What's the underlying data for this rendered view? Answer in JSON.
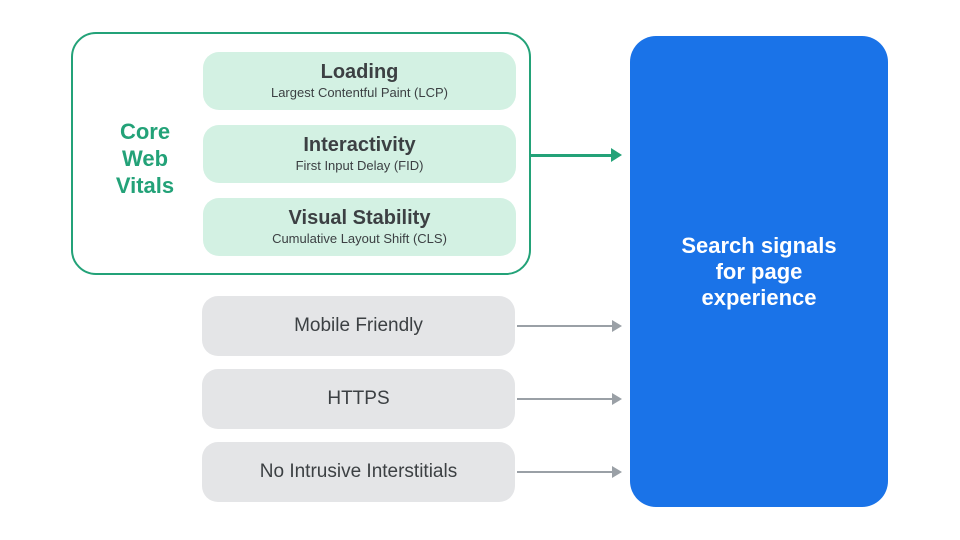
{
  "colors": {
    "green": "#23a278",
    "light_green": "#d3f1e3",
    "blue": "#1a73e8",
    "light_gray": "#e4e5e7",
    "arrow_gray": "#9aa0a6",
    "text_dark": "#3c4043",
    "white": "#ffffff"
  },
  "core_web_vitals": {
    "label": "Core Web Vitals",
    "items": [
      {
        "title": "Loading",
        "subtitle": "Largest Contentful Paint (LCP)"
      },
      {
        "title": "Interactivity",
        "subtitle": "First Input Delay (FID)"
      },
      {
        "title": "Visual Stability",
        "subtitle": "Cumulative Layout Shift (CLS)"
      }
    ]
  },
  "other_signals": [
    {
      "label": "Mobile Friendly"
    },
    {
      "label": "HTTPS"
    },
    {
      "label": "No Intrusive Interstitials"
    }
  ],
  "result": {
    "lines": [
      "Search signals",
      "for page",
      "experience"
    ]
  }
}
